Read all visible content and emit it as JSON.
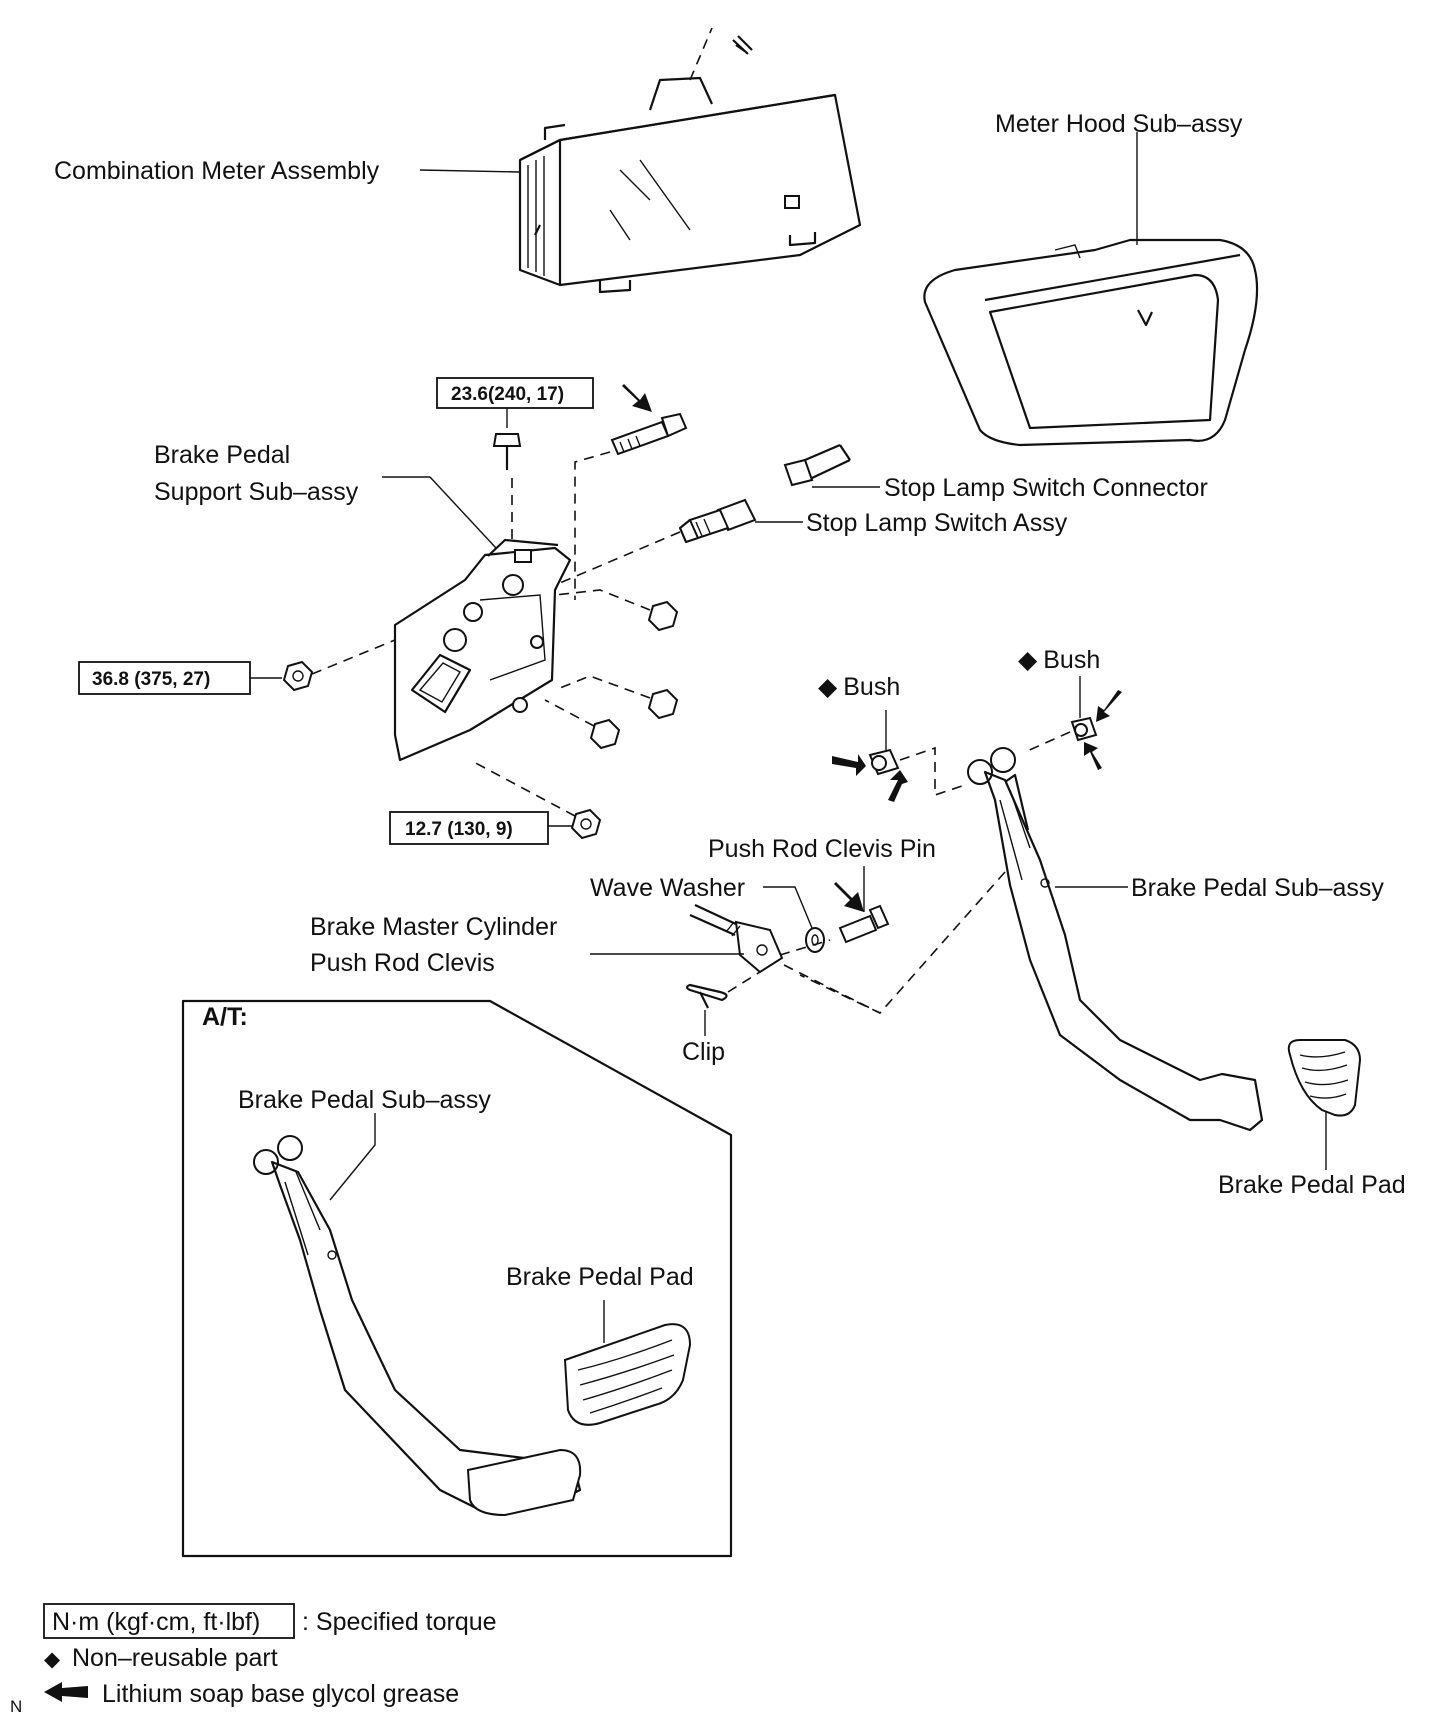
{
  "labels": {
    "combination_meter": "Combination Meter Assembly",
    "meter_hood": "Meter Hood Sub–assy",
    "brake_pedal_support_line1": "Brake Pedal",
    "brake_pedal_support_line2": "Support Sub–assy",
    "stop_lamp_connector": "Stop Lamp Switch Connector",
    "stop_lamp_switch": "Stop Lamp Switch Assy",
    "bush_left": "Bush",
    "bush_right": "Bush",
    "push_rod_clevis_pin": "Push Rod Clevis Pin",
    "wave_washer": "Wave Washer",
    "master_cyl_line1": "Brake Master Cylinder",
    "master_cyl_line2": "Push Rod Clevis",
    "brake_pedal_sub": "Brake Pedal Sub–assy",
    "clip": "Clip",
    "brake_pedal_pad": "Brake Pedal Pad",
    "at_title": "A/T:",
    "at_brake_pedal_sub": "Brake Pedal Sub–assy",
    "at_brake_pedal_pad": "Brake Pedal Pad"
  },
  "torques": {
    "t1": "23.6(240, 17)",
    "t2": "36.8 (375, 27)",
    "t3": "12.7 (130, 9)"
  },
  "legend": {
    "torque_box": "N·m (kgf·cm, ft·lbf)",
    "torque_desc": ": Specified torque",
    "nonreusable": "Non–reusable part",
    "grease": "Lithium soap base glycol grease",
    "corner_mark": "N"
  },
  "icons": {
    "nonreusable_marker": "diamond-icon",
    "grease_marker": "arrow-left-icon"
  }
}
